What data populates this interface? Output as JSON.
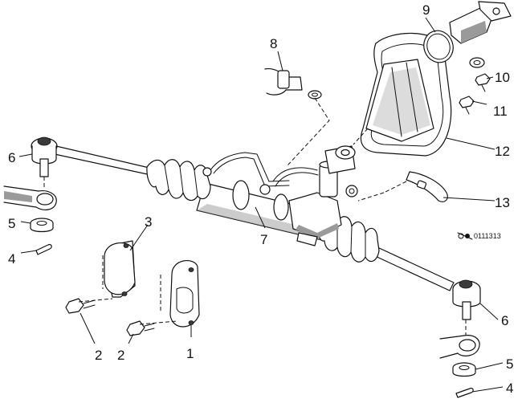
{
  "callouts": {
    "c1": "1",
    "c2a": "2",
    "c2b": "2",
    "c3": "3",
    "c4a": "4",
    "c4b": "4",
    "c5a": "5",
    "c5b": "5",
    "c6a": "6",
    "c6b": "6",
    "c7": "7",
    "c8": "8",
    "c9": "9",
    "c10": "10",
    "c11": "11",
    "c12": "12",
    "c13": "13"
  },
  "figure_code": "0111313",
  "colors": {
    "line": "#111111",
    "shade": "#9a9a9a",
    "background": "#ffffff"
  }
}
